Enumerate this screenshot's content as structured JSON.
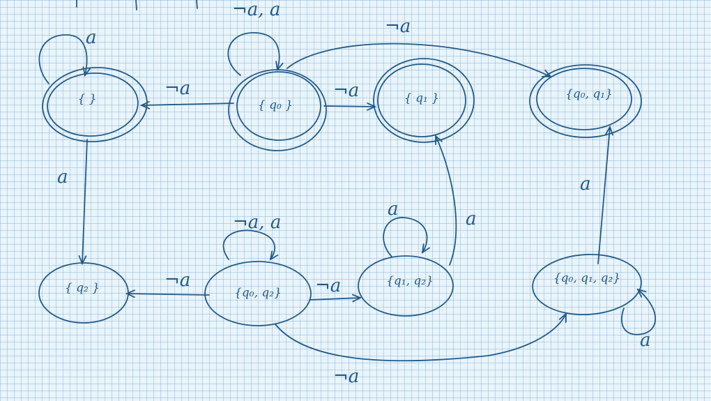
{
  "diagram": {
    "states": [
      {
        "id": "empty",
        "label": "{ }",
        "accepting": true
      },
      {
        "id": "q0",
        "label": "{ q₀ }",
        "accepting": true
      },
      {
        "id": "q1",
        "label": "{ q₁ }",
        "accepting": true
      },
      {
        "id": "q0q1",
        "label": "{q₀, q₁}",
        "accepting": true
      },
      {
        "id": "q2",
        "label": "{ q₂ }",
        "accepting": false
      },
      {
        "id": "q0q2",
        "label": "{q₀, q₂}",
        "accepting": false
      },
      {
        "id": "q1q2",
        "label": "{q₁, q₂}",
        "accepting": false
      },
      {
        "id": "q0q1q2",
        "label": "{q₀, q₁, q₂}",
        "accepting": false
      }
    ],
    "edges": [
      {
        "from": "empty",
        "to": "empty",
        "label": "a"
      },
      {
        "from": "q0",
        "to": "q0",
        "label": "¬a, a"
      },
      {
        "from": "q0",
        "to": "empty",
        "label": "¬a"
      },
      {
        "from": "q0",
        "to": "q1",
        "label": "¬a"
      },
      {
        "from": "q0",
        "to": "q0q1",
        "label": "¬a"
      },
      {
        "from": "empty",
        "to": "q2",
        "label": "a"
      },
      {
        "from": "q1q2",
        "to": "q1",
        "label": "a"
      },
      {
        "from": "q0q1q2",
        "to": "q0q1",
        "label": "a"
      },
      {
        "from": "q0q2",
        "to": "q0q2",
        "label": "¬a, a"
      },
      {
        "from": "q1q2",
        "to": "q1q2",
        "label": "a"
      },
      {
        "from": "q0q2",
        "to": "q2",
        "label": "¬a"
      },
      {
        "from": "q0q2",
        "to": "q1q2",
        "label": "¬a"
      },
      {
        "from": "q0q2",
        "to": "q0q1q2",
        "label": "¬a"
      },
      {
        "from": "q0q1q2",
        "to": "q0q1q2",
        "label": "a"
      }
    ]
  },
  "colors": {
    "ink": "#1f5a8c",
    "paper": "#eaf4fb",
    "grid": "#8fc0e0"
  }
}
